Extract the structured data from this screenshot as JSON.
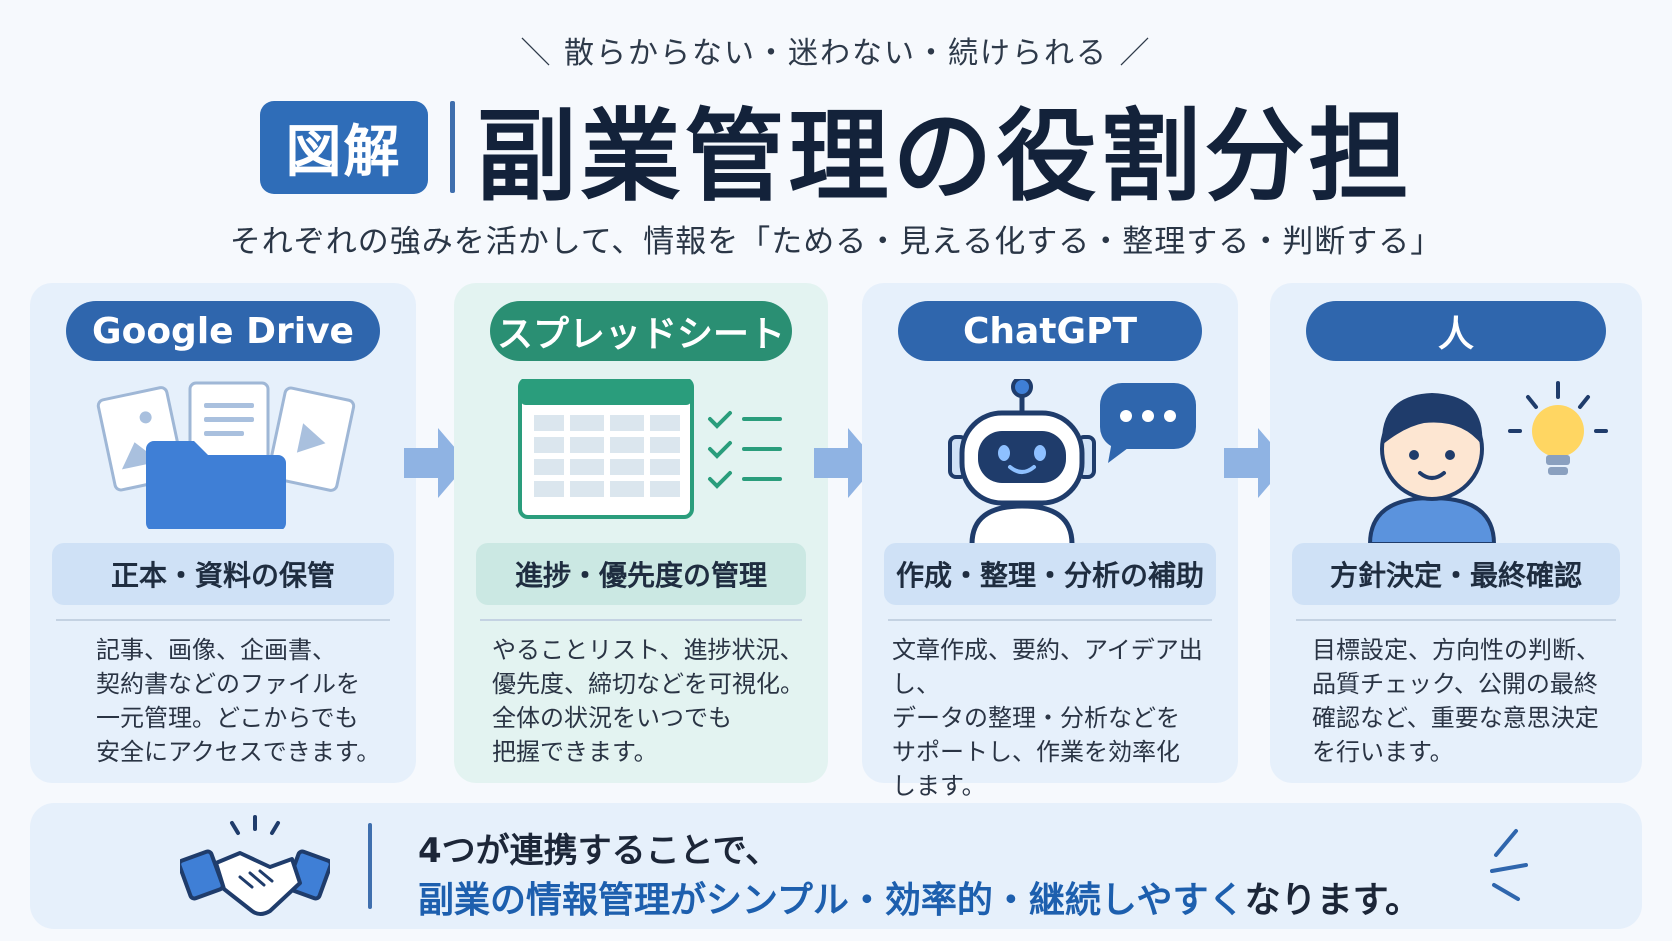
{
  "header": {
    "tagline": "＼ 散らからない・迷わない・続けられる ／",
    "badge": "図解",
    "title": "副業管理の役割分担",
    "subtitle": "それぞれの強みを活かして、情報を「ためる・見える化する・整理する・判断する」"
  },
  "cards": [
    {
      "name": "Google Drive",
      "role": "正本・資料の保管",
      "desc": [
        "記事、画像、企画書、",
        "契約書などのファイルを",
        "一元管理。どこからでも",
        "安全にアクセスできます。"
      ],
      "icon": "folder-documents-icon"
    },
    {
      "name": "スプレッドシート",
      "role": "進捗・優先度の管理",
      "desc": [
        "やることリスト、進捗状況、",
        "優先度、締切などを可視化。",
        "全体の状況をいつでも",
        "把握できます。"
      ],
      "icon": "spreadsheet-checklist-icon"
    },
    {
      "name": "ChatGPT",
      "role": "作成・整理・分析の補助",
      "desc": [
        "文章作成、要約、アイデア出し、",
        "データの整理・分析などを",
        "サポートし、作業を効率化",
        "します。"
      ],
      "icon": "robot-chat-icon"
    },
    {
      "name": "人",
      "role": "方針決定・最終確認",
      "desc": [
        "目標設定、方向性の判断、",
        "品質チェック、公開の最終",
        "確認など、重要な意思決定",
        "を行います。"
      ],
      "icon": "person-lightbulb-icon"
    }
  ],
  "footer": {
    "line1": "4つが連携することで、",
    "line2_highlight": "副業の情報管理がシンプル・効率的・継続しやすく",
    "line2_rest": "なります。"
  },
  "colors": {
    "primary": "#2f66ad",
    "green": "#2a8f73",
    "card_blue": "#e6f0fb",
    "card_green": "#e3f3f1",
    "title": "#13223a"
  }
}
